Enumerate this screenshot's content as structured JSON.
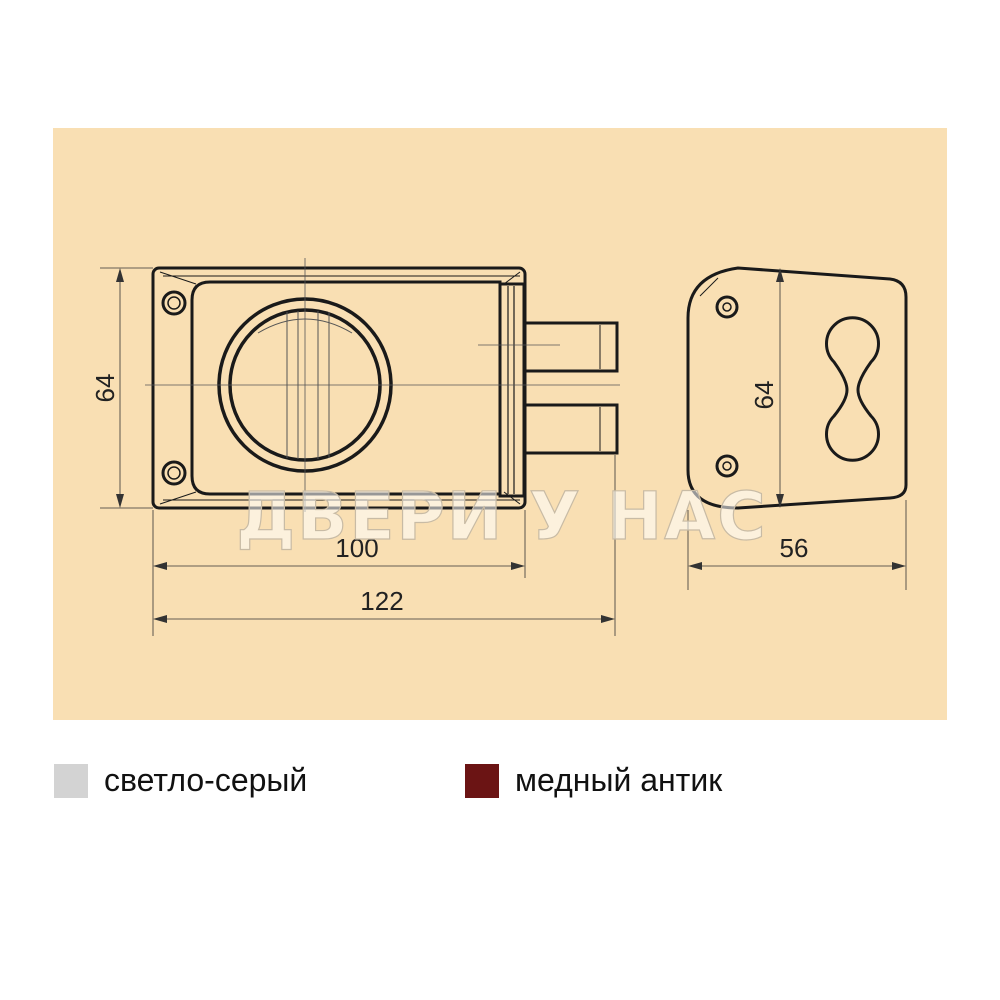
{
  "colors": {
    "panel": "#f9dfb3",
    "line": "#1a1a1a",
    "thin_line": "#555555"
  },
  "dimensions": {
    "front_height": "64",
    "inner_width": "100",
    "total_width": "122",
    "side_height": "64",
    "side_width": "56"
  },
  "watermark": "ДВЕРИ У НАС",
  "legend": [
    {
      "label": "светло-серый",
      "color": "#d3d3d3"
    },
    {
      "label": "медный антик",
      "color": "#6b1414"
    }
  ]
}
